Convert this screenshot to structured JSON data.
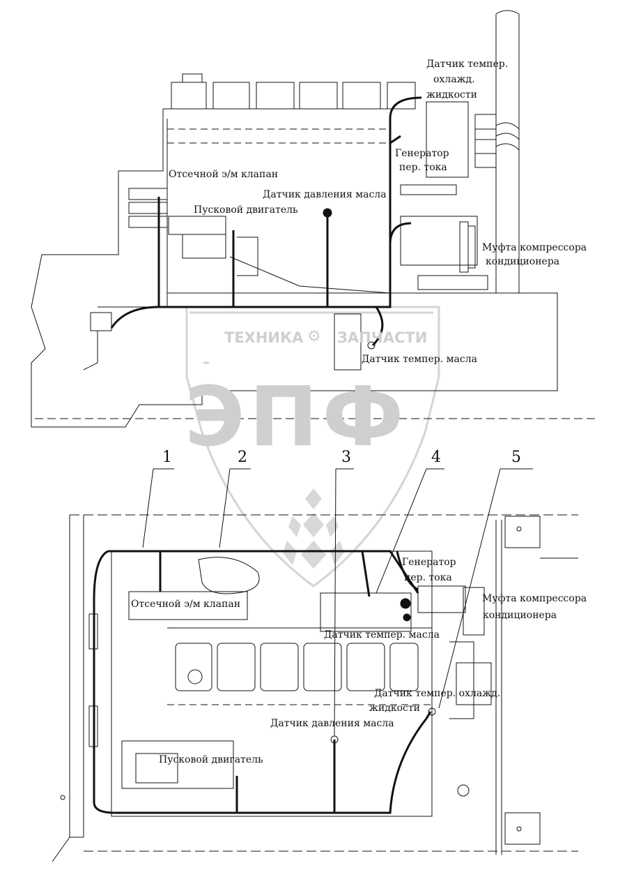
{
  "watermark": {
    "left_word": "ТЕХНИКА",
    "right_word": "ЗАПЧАСТИ",
    "emblem": "ЭПФ",
    "gear_icon": "gear-icon",
    "color": "#cfcfcf"
  },
  "top_view": {
    "coolant_temp_sensor": [
      "Датчик темпер.",
      "охлажд.",
      "жидкости"
    ],
    "alternator": [
      "Генератор",
      "пер. тока"
    ],
    "shutoff_valve": "Отсечной э/м клапан",
    "oil_pressure_sensor": "Датчик давления масла",
    "starter_engine": "Пусковой двигатель",
    "ac_compressor_clutch": [
      "Муфта компрессора",
      "кондиционера"
    ],
    "oil_temp_sensor": "Датчик темпер. масла"
  },
  "callouts": [
    "1",
    "2",
    "3",
    "4",
    "5"
  ],
  "bottom_view": {
    "alternator": [
      "Генератор",
      "пер. тока"
    ],
    "ac_compressor_clutch": [
      "Муфта компрессора",
      "кондиционера"
    ],
    "shutoff_valve": "Отсечной э/м клапан",
    "oil_temp_sensor": "Датчик темпер. масла",
    "coolant_temp_sensor": [
      "Датчик темпер. охлажд.",
      "жидкости"
    ],
    "oil_pressure_sensor": "Датчик давления масла",
    "starter_engine": "Пусковой двигатель"
  },
  "colors": {
    "line": "#111111",
    "harness": "#111111",
    "watermark": "#cfcfcf"
  }
}
